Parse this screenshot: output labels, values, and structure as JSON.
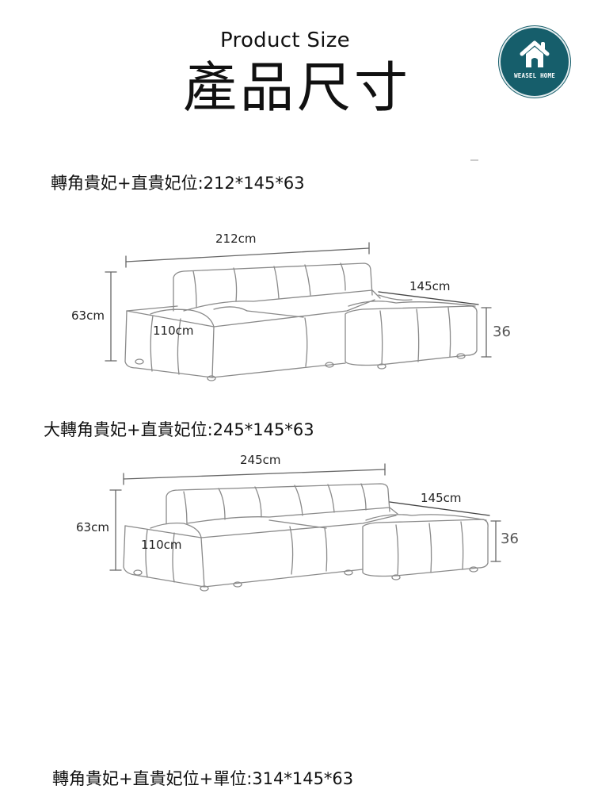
{
  "header": {
    "title_en": "Product Size",
    "title_zh": "產品尺寸"
  },
  "logo": {
    "icon": "house-icon",
    "text": "WEASEL HOME",
    "color": "#165e6b"
  },
  "sections": [
    {
      "spec": "轉角貴妃+直貴妃位:212*145*63",
      "width_label": "212cm",
      "height_label": "63cm",
      "depth_label": "110cm",
      "chaise_length_label": "145cm",
      "seat_height_label": "36"
    },
    {
      "spec": "大轉角貴妃+直貴妃位:245*145*63",
      "width_label": "245cm",
      "height_label": "63cm",
      "depth_label": "110cm",
      "chaise_length_label": "145cm",
      "seat_height_label": "36"
    },
    {
      "spec": "轉角貴妃+直貴妃位+單位:314*145*63"
    }
  ],
  "colors": {
    "line": "#8a8a8a",
    "dim_line": "#666666",
    "text": "#111111"
  }
}
